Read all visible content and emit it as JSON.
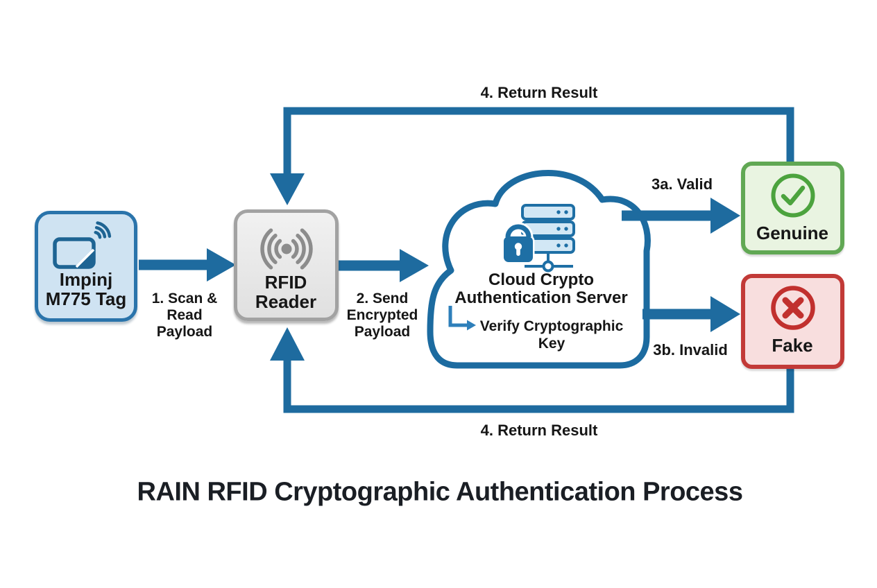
{
  "title": "RAIN RFID Cryptographic Authentication Process",
  "colors": {
    "arrow_blue": "#1e6b9f",
    "cloud_border_blue": "#1c6ba0",
    "tag_fill": "#cfe3f2",
    "tag_border": "#2a74ab",
    "reader_fill": "#ececec",
    "reader_border": "#a2a2a2",
    "genuine_fill": "#e9f4e1",
    "genuine_border": "#61a854",
    "genuine_icon_green": "#4ca33e",
    "fake_fill": "#f8dede",
    "fake_border": "#c23a37",
    "fake_icon_red": "#c1302e",
    "label_text": "#161616"
  },
  "nodes": {
    "tag": {
      "line1": "Impinj",
      "line2": "M775 Tag",
      "icon": "rfid-tag-icon"
    },
    "reader": {
      "line1": "RFID",
      "line2": "Reader",
      "icon": "rfid-signal-icon"
    },
    "cloud": {
      "line1": "Cloud Crypto",
      "line2": "Authentication Server",
      "action_line1": "Verify Cryptographic",
      "action_line2": "Key",
      "icons": [
        "padlock-icon",
        "server-icon"
      ]
    },
    "genuine": {
      "label": "Genuine",
      "icon": "check-circle-icon"
    },
    "fake": {
      "label": "Fake",
      "icon": "x-circle-icon"
    }
  },
  "edges": {
    "step1": {
      "line1": "1. Scan &",
      "line2": "Read",
      "line3": "Payload"
    },
    "step2": {
      "line1": "2. Send",
      "line2": "Encrypted",
      "line3": "Payload"
    },
    "step3a": "3a. Valid",
    "step3b": "3b. Invalid",
    "step4_top": "4. Return Result",
    "step4_bottom": "4. Return Result"
  }
}
